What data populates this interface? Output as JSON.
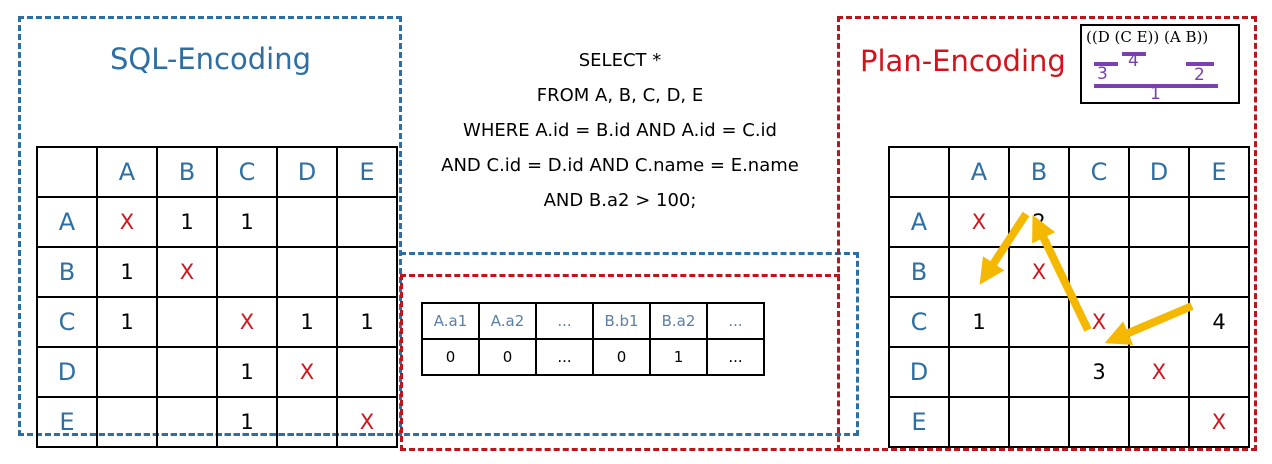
{
  "sql_encoding": {
    "title": "SQL-Encoding",
    "columns": [
      "A",
      "B",
      "C",
      "D",
      "E"
    ],
    "rows": [
      {
        "label": "A",
        "cells": [
          "X",
          "1",
          "1",
          "",
          ""
        ]
      },
      {
        "label": "B",
        "cells": [
          "1",
          "X",
          "",
          "",
          ""
        ]
      },
      {
        "label": "C",
        "cells": [
          "1",
          "",
          "X",
          "1",
          "1"
        ]
      },
      {
        "label": "D",
        "cells": [
          "",
          "",
          "1",
          "X",
          ""
        ]
      },
      {
        "label": "E",
        "cells": [
          "",
          "",
          "1",
          "",
          "X"
        ]
      }
    ]
  },
  "query": {
    "lines": [
      "SELECT *",
      "FROM A, B, C, D, E",
      "WHERE A.id = B.id AND A.id = C.id",
      "AND C.id = D.id AND C.name = E.name",
      "AND B.a2 > 100;"
    ]
  },
  "feature_vector": {
    "headers": [
      "A.a1",
      "A.a2",
      "...",
      "B.b1",
      "B.a2",
      "..."
    ],
    "values": [
      "0",
      "0",
      "...",
      "0",
      "1",
      "..."
    ]
  },
  "plan_encoding": {
    "title": "Plan-Encoding",
    "tree_expression": "((D (C E)) (A B))",
    "tree_labels": [
      "3",
      "4",
      "2",
      "1"
    ],
    "columns": [
      "A",
      "B",
      "C",
      "D",
      "E"
    ],
    "rows": [
      {
        "label": "A",
        "cells": [
          "X",
          "2",
          "",
          "",
          ""
        ]
      },
      {
        "label": "B",
        "cells": [
          "",
          "X",
          "",
          "",
          ""
        ]
      },
      {
        "label": "C",
        "cells": [
          "1",
          "",
          "X",
          "",
          "4"
        ]
      },
      {
        "label": "D",
        "cells": [
          "",
          "",
          "3",
          "X",
          ""
        ]
      },
      {
        "label": "E",
        "cells": [
          "",
          "",
          "",
          "",
          "X"
        ]
      }
    ]
  },
  "colors": {
    "sql_blue": "#2e6fa3",
    "plan_red": "#c0141c",
    "arrow_orange": "#f5b800",
    "tree_purple": "#7a3fb0"
  }
}
